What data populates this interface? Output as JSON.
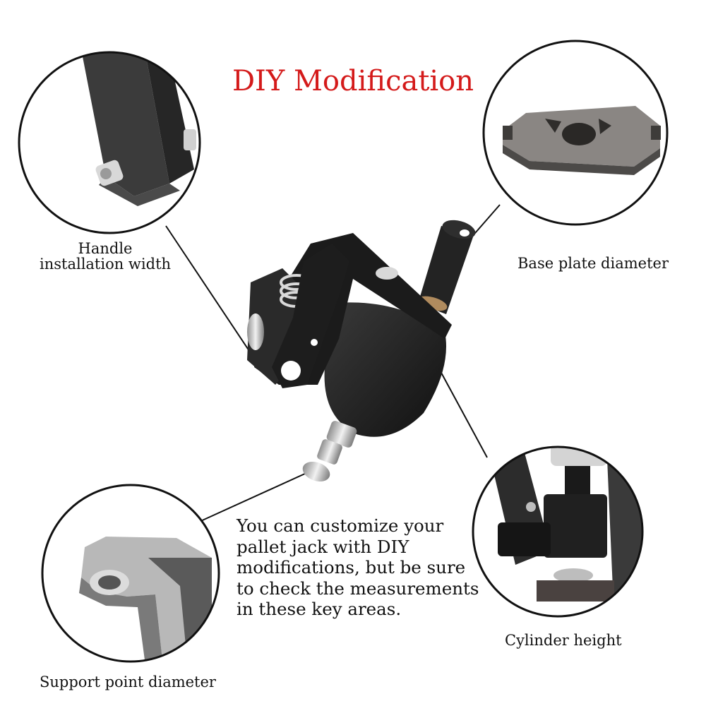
{
  "title": "DIY Modification",
  "labels": {
    "handle_line1": "Handle",
    "handle_line2": "installation width",
    "base_plate": "Base plate diameter",
    "cylinder": "Cylinder height",
    "support": "Support point diameter"
  },
  "description": {
    "lines": [
      "You can customize your",
      "pallet jack with DIY",
      "modifications, but be sure",
      "to check the measurements",
      "in these key areas."
    ]
  },
  "colors": {
    "title": "#d41a1a",
    "text": "#111111",
    "metal_dark": "#1e1e1e",
    "metal_gray": "#8a8683",
    "chrome": "#c9c9c9"
  }
}
